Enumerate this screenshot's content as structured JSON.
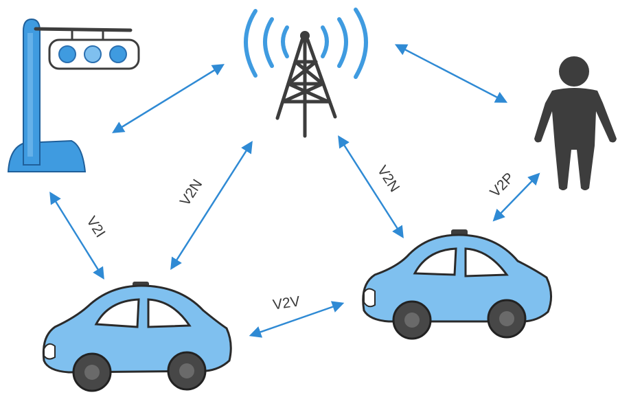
{
  "colors": {
    "accent_blue": "#3f9be0",
    "light_blue": "#7fc0ef",
    "arrow_blue": "#2f8ad4",
    "dark_gray": "#3d3d3d",
    "tire": "#474747"
  },
  "icons": [
    "traffic-light-icon",
    "cell-tower-icon",
    "pedestrian-icon",
    "car-left-icon",
    "car-right-icon"
  ],
  "links": {
    "v2i": "V2I",
    "v2n_left": "V2N",
    "v2n_right": "V2N",
    "v2p": "V2P",
    "v2v": "V2V"
  }
}
